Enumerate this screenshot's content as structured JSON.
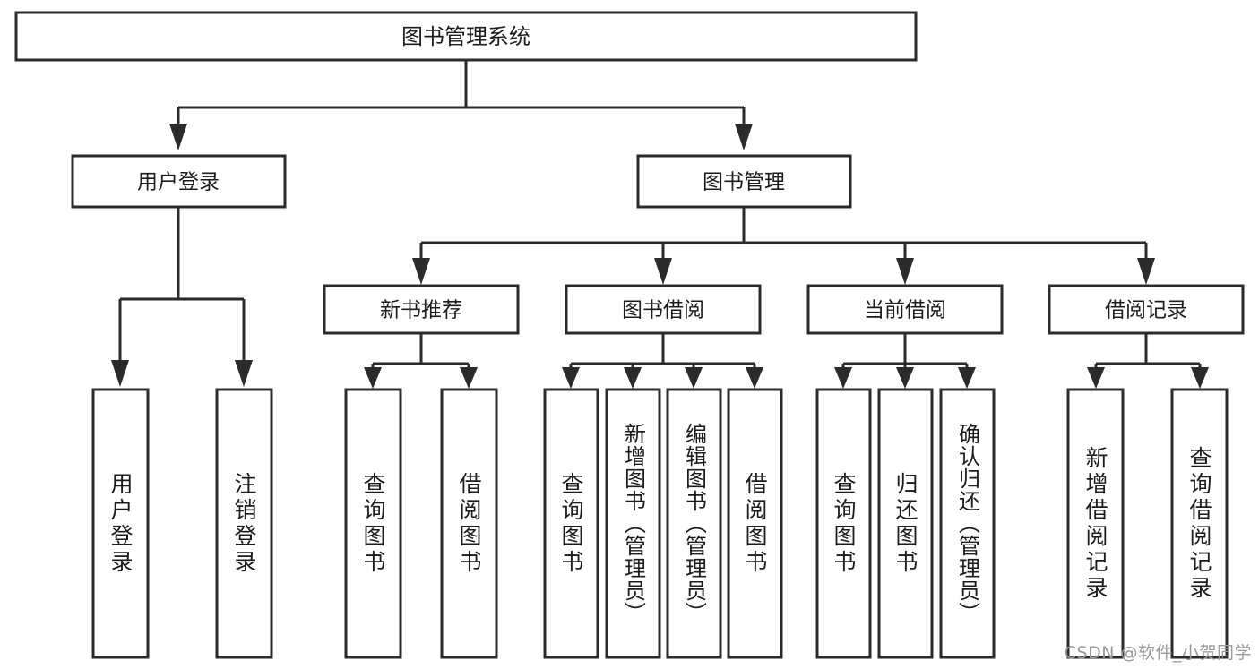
{
  "diagram": {
    "title": "图书管理系统",
    "type": "tree-hierarchy-chart",
    "root": {
      "label": "图书管理系统"
    },
    "level2": [
      {
        "label": "用户登录"
      },
      {
        "label": "图书管理"
      }
    ],
    "level3": [
      {
        "label": "新书推荐"
      },
      {
        "label": "图书借阅"
      },
      {
        "label": "当前借阅"
      },
      {
        "label": "借阅记录"
      }
    ],
    "leaves": {
      "user_login": [
        {
          "label": "用户登录"
        },
        {
          "label": "注销登录"
        }
      ],
      "new_book_recommend": [
        {
          "label": "查询图书"
        },
        {
          "label": "借阅图书"
        }
      ],
      "book_borrow": [
        {
          "label": "查询图书"
        },
        {
          "label": "新增图书（管理员）"
        },
        {
          "label": "编辑图书（管理员）"
        },
        {
          "label": "借阅图书"
        }
      ],
      "current_borrow": [
        {
          "label": "查询图书"
        },
        {
          "label": "归还图书"
        },
        {
          "label": "确认归还（管理员）"
        }
      ],
      "borrow_record": [
        {
          "label": "新增借阅记录"
        },
        {
          "label": "查询借阅记录"
        }
      ]
    }
  },
  "watermark": {
    "text": "CSDN @软件_小贺同学"
  },
  "colors": {
    "stroke": "#2b2b2b",
    "fill": "#ffffff",
    "text": "#1c1c1c",
    "watermark": "#9a9a9a"
  }
}
